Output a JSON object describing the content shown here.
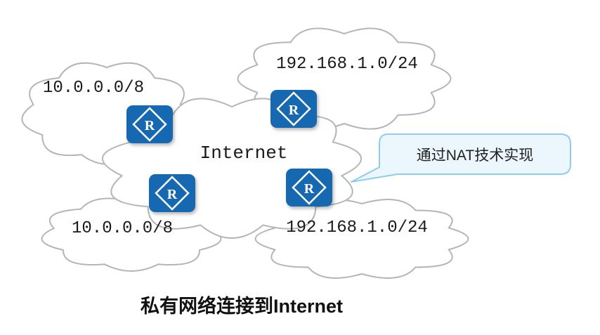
{
  "colors": {
    "router_blue": "#1668b0",
    "cloud_stroke": "#b5b5b5",
    "cloud_fill": "#ffffff",
    "callout_border": "#8fcdec",
    "callout_fill": "#ecf7fd",
    "text_color": "#1a1a1a"
  },
  "clouds": [
    {
      "id": "top-left",
      "label": "10.0.0.0/8"
    },
    {
      "id": "top-right",
      "label": "192.168.1.0/24"
    },
    {
      "id": "center",
      "label": "Internet"
    },
    {
      "id": "bottom-left",
      "label": "10.0.0.0/8"
    },
    {
      "id": "bottom-right",
      "label": "192.168.1.0/24"
    }
  ],
  "routers": [
    {
      "glyph": "R"
    },
    {
      "glyph": "R"
    },
    {
      "glyph": "R"
    },
    {
      "glyph": "R"
    }
  ],
  "callout": {
    "text": "通过NAT技术实现"
  },
  "caption": "私有网络连接到Internet"
}
